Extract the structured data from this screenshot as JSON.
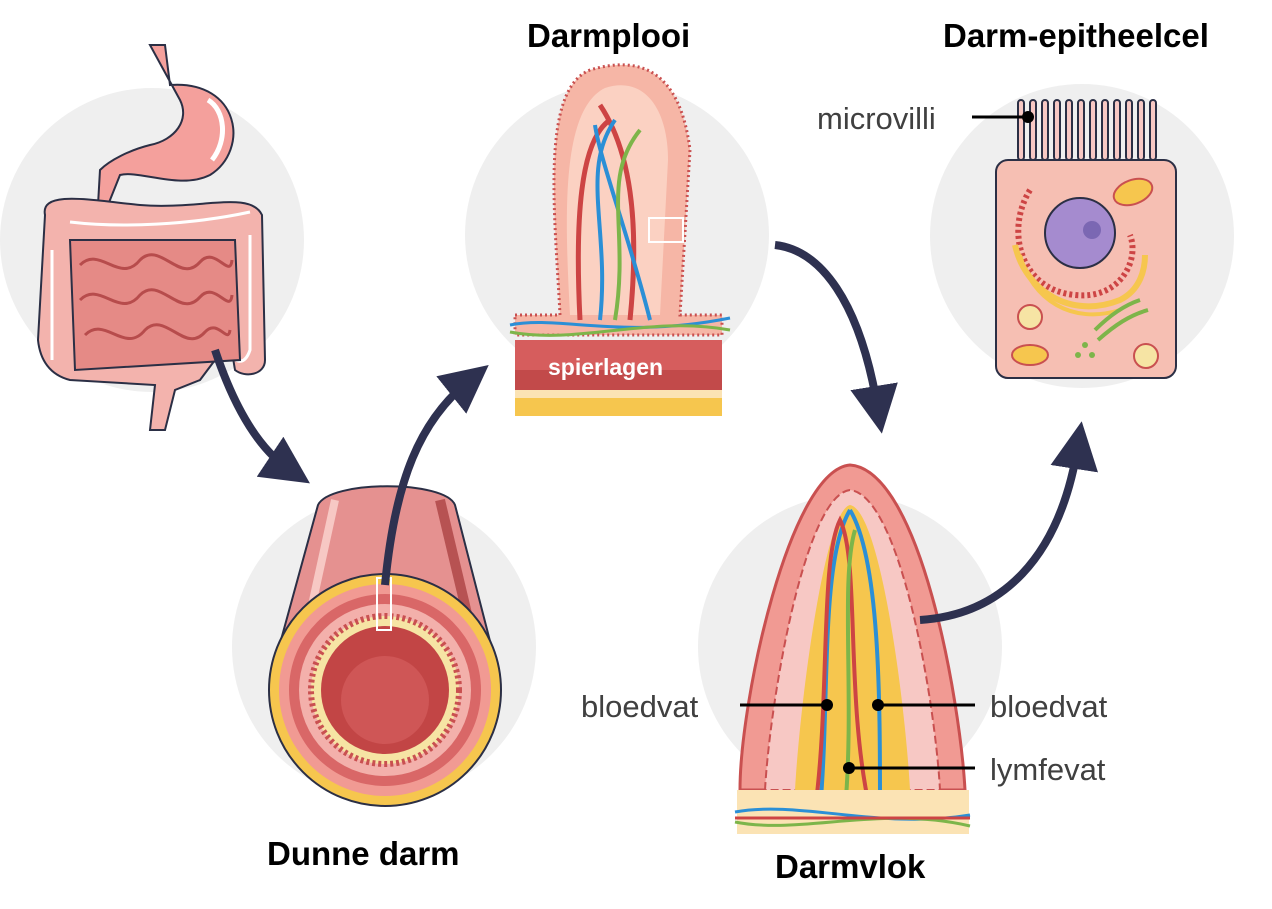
{
  "titles": {
    "villus_fold": "Darmplooi",
    "epithelial_cell": "Darm-epitheelcel",
    "small_intestine": "Dunne darm",
    "villus": "Darmvlok"
  },
  "labels": {
    "muscle_layers": "spierlagen",
    "microvilli": "microvilli",
    "blood_vessel_left": "bloedvat",
    "blood_vessel_right": "bloedvat",
    "lymph_vessel": "lymfevat"
  },
  "colors": {
    "circle_bg": "#efefef",
    "arrow": "#2e3150",
    "tissue_pink": "#f2a49a",
    "tissue_dark": "#c95050",
    "artery": "#cd4444",
    "vein": "#2b8fd6",
    "lymph": "#7db54a",
    "fat_yellow": "#f7c35a",
    "nucleus": "#a58bcf"
  }
}
